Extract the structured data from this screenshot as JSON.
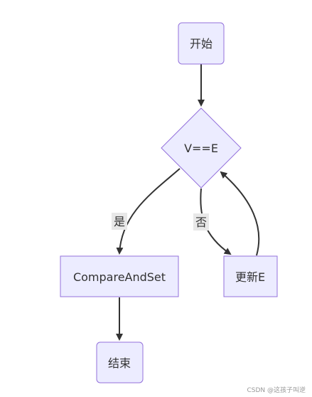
{
  "colors": {
    "node_fill": "#ececff",
    "node_stroke": "#9370db",
    "edge": "#333333",
    "edge_label_bg": "#e8e8e8",
    "text": "#333333"
  },
  "nodes": {
    "start": {
      "label": "开始",
      "shape": "rounded-rect"
    },
    "decision": {
      "label": "V==E",
      "shape": "diamond"
    },
    "cas": {
      "label": "CompareAndSet",
      "shape": "rect"
    },
    "update": {
      "label": "更新E",
      "shape": "rect"
    },
    "end": {
      "label": "结束",
      "shape": "rounded-rect"
    }
  },
  "edges": [
    {
      "from": "start",
      "to": "decision",
      "label": ""
    },
    {
      "from": "decision",
      "to": "cas",
      "label": "是"
    },
    {
      "from": "decision",
      "to": "update",
      "label": "否"
    },
    {
      "from": "update",
      "to": "decision",
      "label": ""
    },
    {
      "from": "cas",
      "to": "end",
      "label": ""
    }
  ],
  "watermark": "CSDN @这孩子叫逆"
}
